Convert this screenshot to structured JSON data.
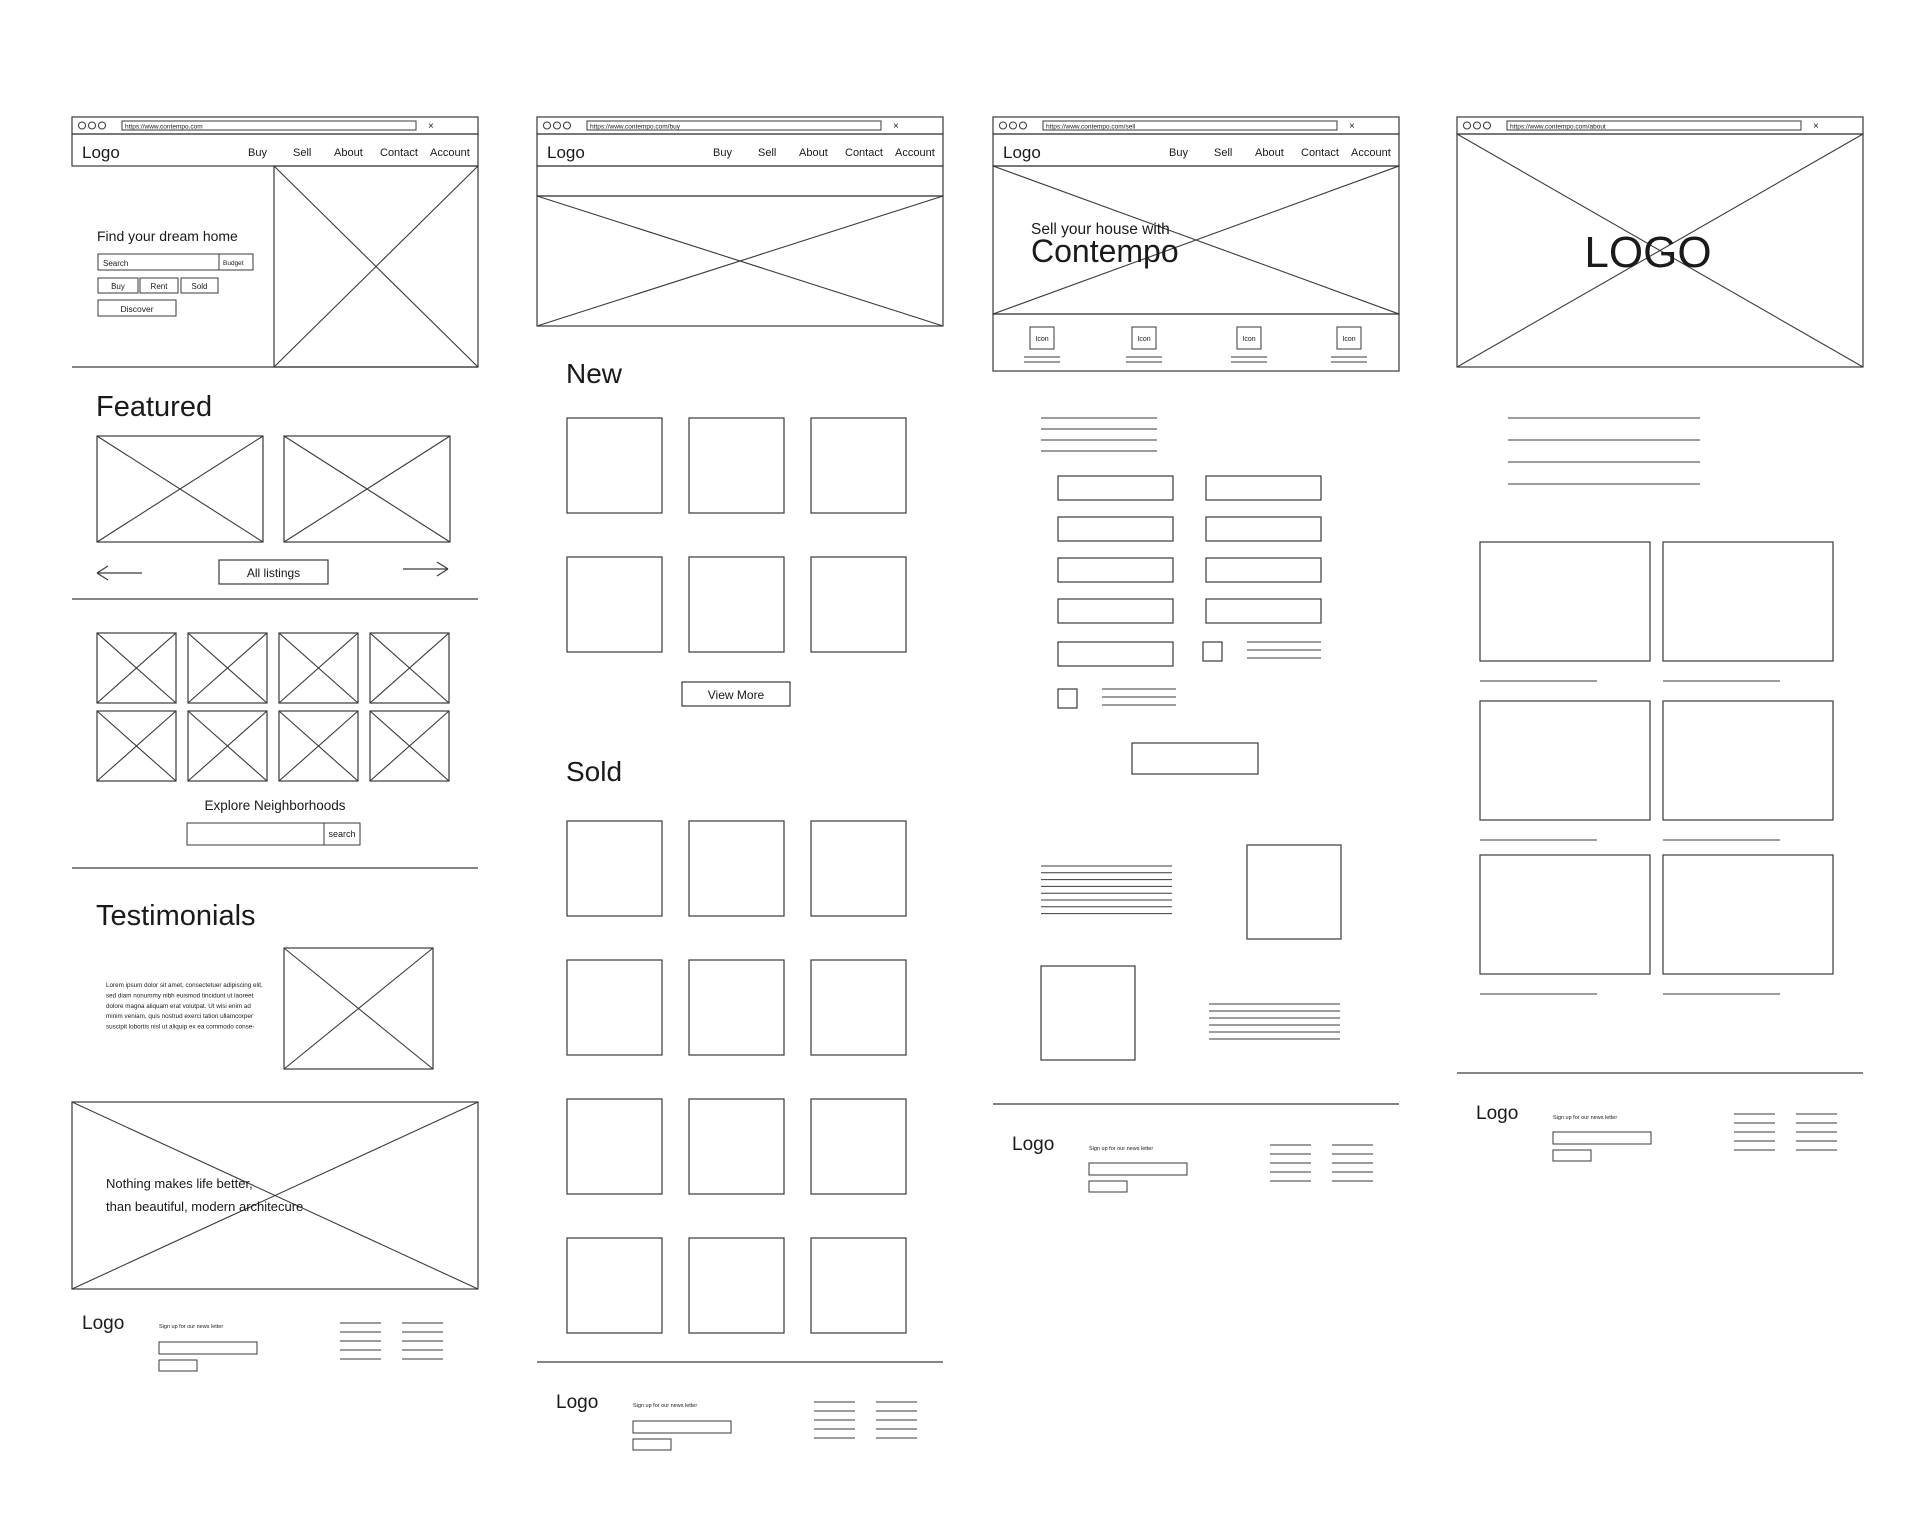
{
  "colors": {
    "stroke": "#3a3a3a",
    "text": "#1a1a1a",
    "background": "#ffffff"
  },
  "browser": {
    "close_glyph": "×",
    "urls": {
      "home": "https://www.contempo.com",
      "buy": "https://www.contempo.com/buy",
      "sell": "https://www.contempo.com/sell",
      "about": "https://www.contempo.com/about"
    }
  },
  "nav": {
    "logo": "Logo",
    "buy": "Buy",
    "sell": "Sell",
    "about": "About",
    "contact": "Contact",
    "account": "Account"
  },
  "home": {
    "hero_title": "Find your dream home",
    "search_label": "Search",
    "budget_label": "Budget",
    "buy_btn": "Buy",
    "rent_btn": "Rent",
    "sold_btn": "Sold",
    "discover_btn": "Discover",
    "featured_title": "Featured",
    "all_listings_btn": "All listings",
    "explore_title": "Explore Neighborhoods",
    "explore_search_btn": "search",
    "testimonials_title": "Testimonials",
    "testimonial_lines": [
      "Lorem ipsum dolor sit amet, consectetuer adipiscing elit,",
      "sed diam nonummy nibh euismod tincidunt ut laoreet",
      "dolore magna aliquam erat volutpat. Ut wisi enim ad",
      "minim veniam, quis nostrud exerci tation ullamcorper",
      "suscipit lobortis nisl ut aliquip ex ea commodo conse-"
    ],
    "banner_line1": "Nothing makes life better,",
    "banner_line2": "than beautiful, modern architecure"
  },
  "buy": {
    "new_title": "New",
    "view_more_btn": "View More",
    "sold_title": "Sold"
  },
  "sell": {
    "hero_small": "Sell your house with",
    "hero_big": "Contempo",
    "icon_label": "Icon"
  },
  "about": {
    "hero_logo": "LOGO"
  },
  "footer": {
    "logo": "Logo",
    "newsletter": "Sign up for our news letter"
  }
}
